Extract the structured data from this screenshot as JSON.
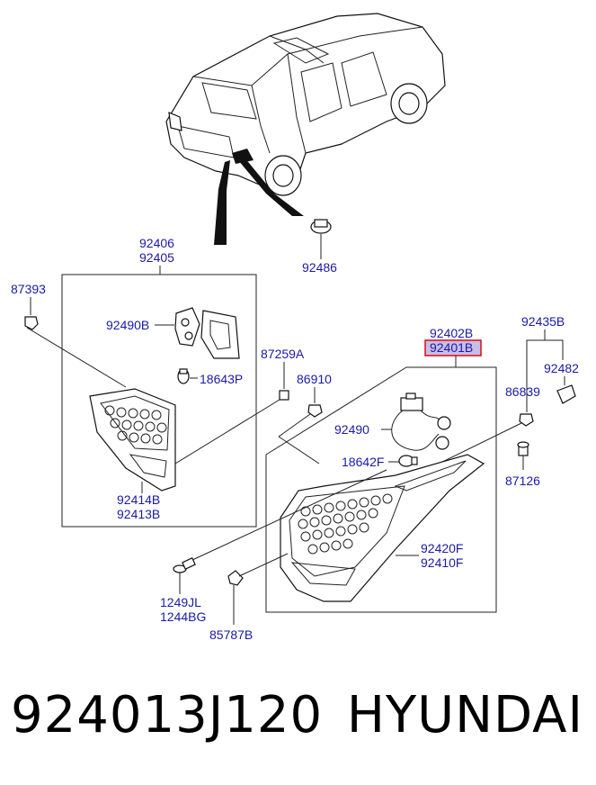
{
  "callouts": {
    "p92406": "92406",
    "p92405": "92405",
    "p87393": "87393",
    "p92490B": "92490B",
    "p18643P": "18643P",
    "p92414B": "92414B",
    "p92413B": "92413B",
    "p92486": "92486",
    "p87259A": "87259A",
    "p86910": "86910",
    "p92402B": "92402B",
    "p92401B": "92401B",
    "p92435B": "92435B",
    "p92482": "92482",
    "p86839": "86839",
    "p92490": "92490",
    "p18642F": "18642F",
    "p87126": "87126",
    "p92420F": "92420F",
    "p92410F": "92410F",
    "p1249JL": "1249JL",
    "p1244BG": "1244BG",
    "p85787B": "85787B"
  },
  "highlight_color": "#d8191f",
  "highlight_fill": "#c9bde6",
  "footer": {
    "part_number": "924013J120",
    "brand": "HYUNDAI"
  }
}
